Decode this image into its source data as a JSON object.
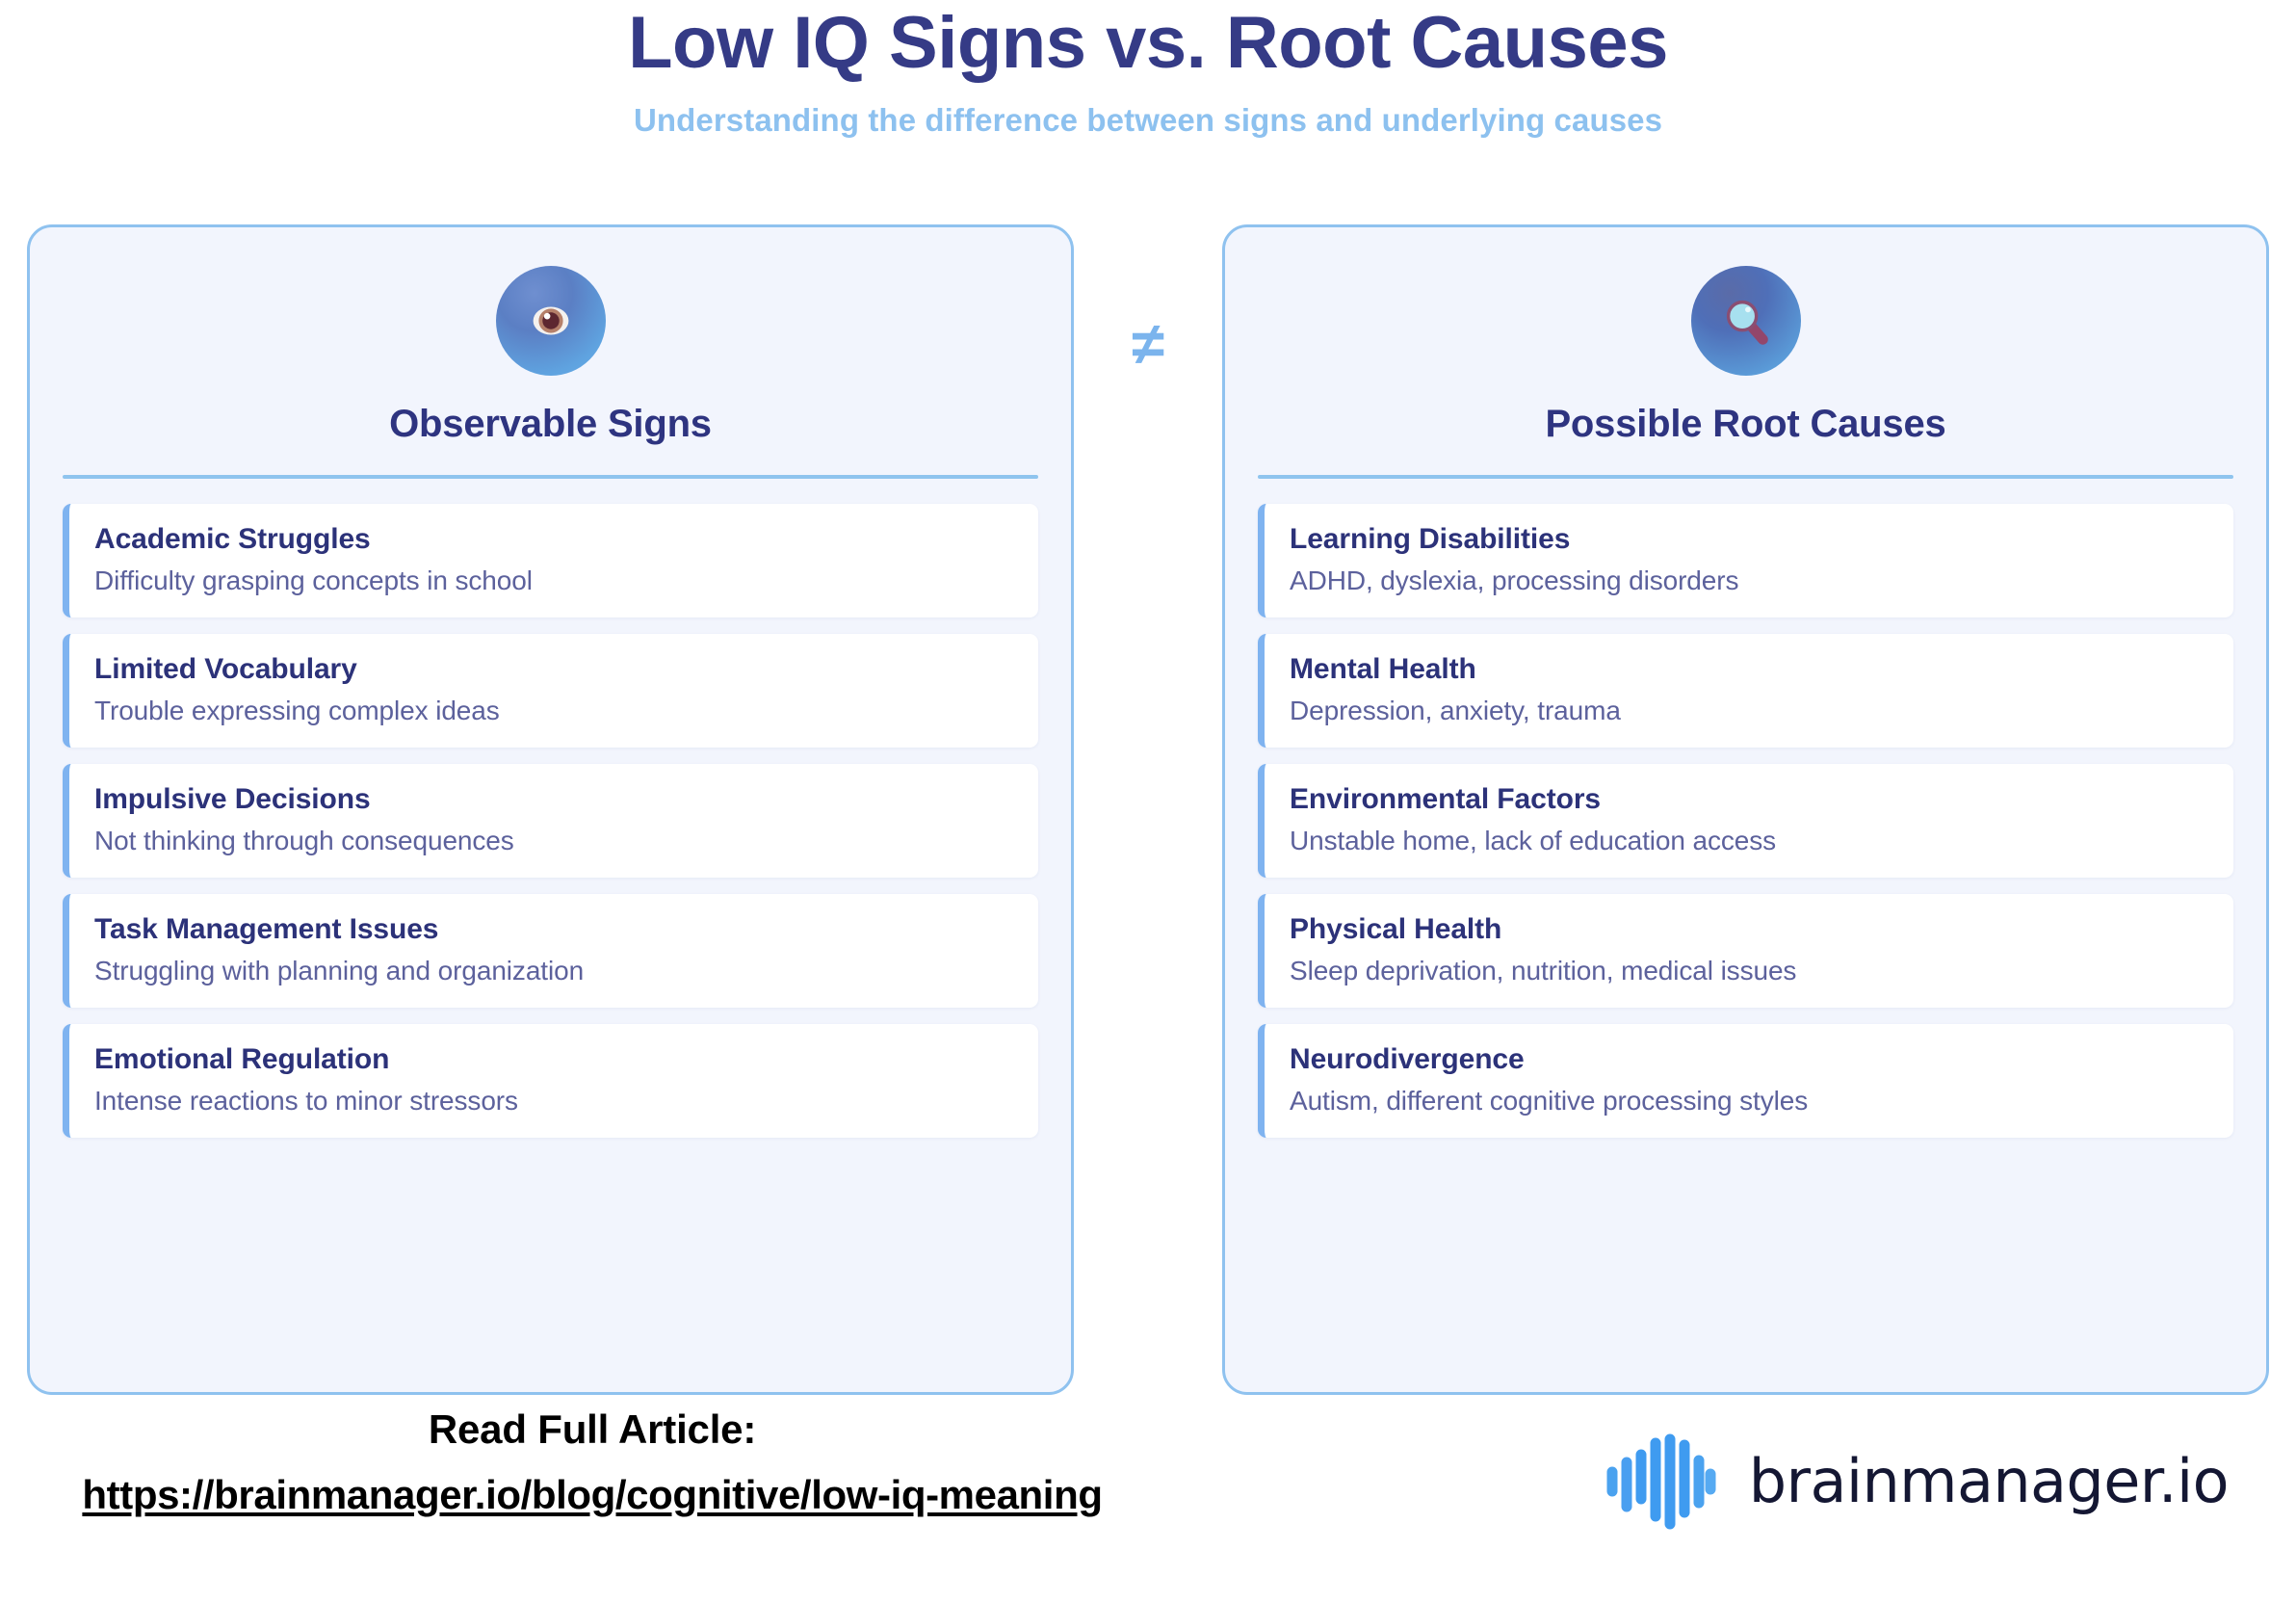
{
  "header": {
    "title": "Low IQ Signs vs. Root Causes",
    "subtitle": "Understanding the difference between signs and underlying causes"
  },
  "comparison": {
    "operator": "≠",
    "left_panel": {
      "icon": "eye-icon",
      "heading": "Observable Signs",
      "items": [
        {
          "title": "Academic Struggles",
          "desc": "Difficulty grasping concepts in school"
        },
        {
          "title": "Limited Vocabulary",
          "desc": "Trouble expressing complex ideas"
        },
        {
          "title": "Impulsive Decisions",
          "desc": "Not thinking through consequences"
        },
        {
          "title": "Task Management Issues",
          "desc": "Struggling with planning and organization"
        },
        {
          "title": "Emotional Regulation",
          "desc": "Intense reactions to minor stressors"
        }
      ]
    },
    "right_panel": {
      "icon": "magnifying-glass-icon",
      "heading": "Possible Root Causes",
      "items": [
        {
          "title": "Learning Disabilities",
          "desc": "ADHD, dyslexia, processing disorders"
        },
        {
          "title": "Mental Health",
          "desc": "Depression, anxiety, trauma"
        },
        {
          "title": "Environmental Factors",
          "desc": "Unstable home, lack of education access"
        },
        {
          "title": "Physical Health",
          "desc": "Sleep deprivation, nutrition, medical issues"
        },
        {
          "title": "Neurodivergence",
          "desc": "Autism, different cognitive processing styles"
        }
      ]
    }
  },
  "footer": {
    "cta_label": "Read Full Article:",
    "cta_url": "https://brainmanager.io/blog/cognitive/low-iq-meaning",
    "brand_name": "brainmanager.io",
    "brand_mark": "brainwave-logo-icon"
  },
  "colors": {
    "title": "#353b86",
    "subtitle": "#8dc1ef",
    "panel_border": "#8fc2ef",
    "panel_bg": "#f2f5fd",
    "item_accent": "#7fb3f0",
    "item_title": "#2c3279",
    "item_desc": "#5c619c",
    "operator": "#7bb4ed",
    "brand_blue": "#3f9bf0"
  }
}
